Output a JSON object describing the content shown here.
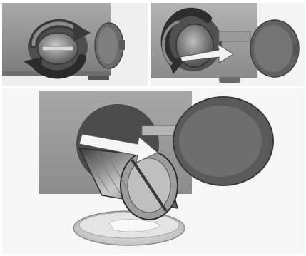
{
  "figure": {
    "panels": [
      {
        "id": "step-1",
        "shows": "filter-cap-rotate-both-directions"
      },
      {
        "id": "step-2",
        "shows": "filter-cap-rotate-counterclockwise-to-open"
      },
      {
        "id": "step-3",
        "shows": "filter-pulled-out-water-draining-into-tray"
      }
    ],
    "colors": {
      "machine_body": "#8c8c8c",
      "machine_light": "#b9b9b9",
      "arrow_dark": "#3a3a3a",
      "arrow_light": "#f2f2f2",
      "water": "#d8d8d8",
      "cover": "#5c5c5c"
    },
    "icons": [
      "rotation-arrow-icon",
      "pull-arrow-icon",
      "filter-cap-icon",
      "hatch-cover-icon",
      "drain-tray-icon"
    ]
  }
}
